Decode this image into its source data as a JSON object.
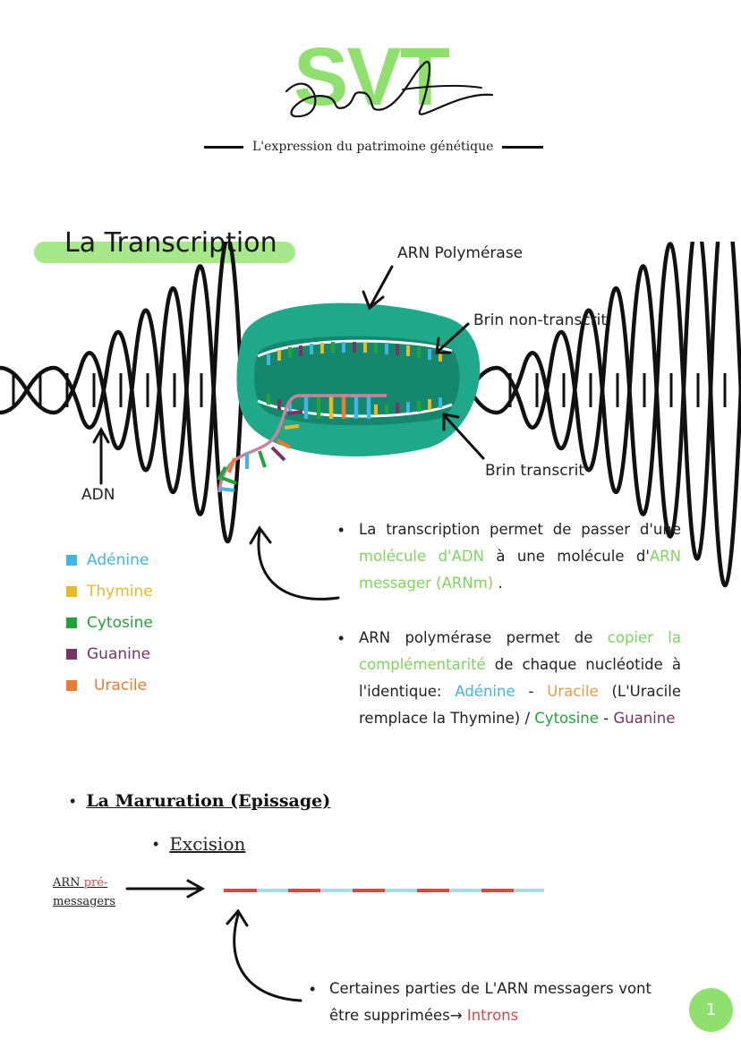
{
  "header": {
    "logo_text": "SVT",
    "logo_script": "svt",
    "subtitle": "L'expression du patrimoine génétique"
  },
  "section": {
    "title": "La Transcription"
  },
  "diagram": {
    "labels": {
      "polymerase": "ARN Polymérase",
      "non_transcrit": "Brin non-transcrit",
      "transcrit": "Brin transcrit",
      "adn": "ADN"
    },
    "enzyme_color": "#1fa98a",
    "enzyme_inner_color": "#15876d"
  },
  "legend": [
    {
      "label": "Adénine",
      "color": "#3fb6e3"
    },
    {
      "label": "Thymine",
      "color": "#e8b923"
    },
    {
      "label": "Cytosine",
      "color": "#22a43b"
    },
    {
      "label": "Guanine",
      "color": "#7a3368"
    },
    {
      "label": "Uracile",
      "color": "#ec7a30"
    }
  ],
  "paragraphs": {
    "p1": {
      "t1": "La transcription permet de passer d'une ",
      "t2": "molécule d'ADN",
      "t3": " à une molécule d'",
      "t4": "ARN messager (ARNm)",
      "t5": " ."
    },
    "p2": {
      "t1": "ARN polymérase  permet de ",
      "t2": "copier la complémentarité",
      "t3": " de chaque nucléotide à l'identique: ",
      "t4": "Adénine",
      "t5": " - ",
      "t6": "Uracile",
      "t7": " (L'Uracile remplace la Thymine) / ",
      "t8": "Cytosine",
      "t9": " - ",
      "t10": "Guanine"
    },
    "p3": {
      "t1": "Certaines parties de L'ARN messagers vont être supprimées",
      "t2": "→ ",
      "t3": "Introns"
    }
  },
  "maturation": {
    "title": "La Maruration (Epissage)",
    "excision": "Excision",
    "arn_pre_1": "ARN ",
    "arn_pre_2": "pré-",
    "arn_pre_3": "messagers"
  },
  "bullet": "•",
  "page_number": "1"
}
